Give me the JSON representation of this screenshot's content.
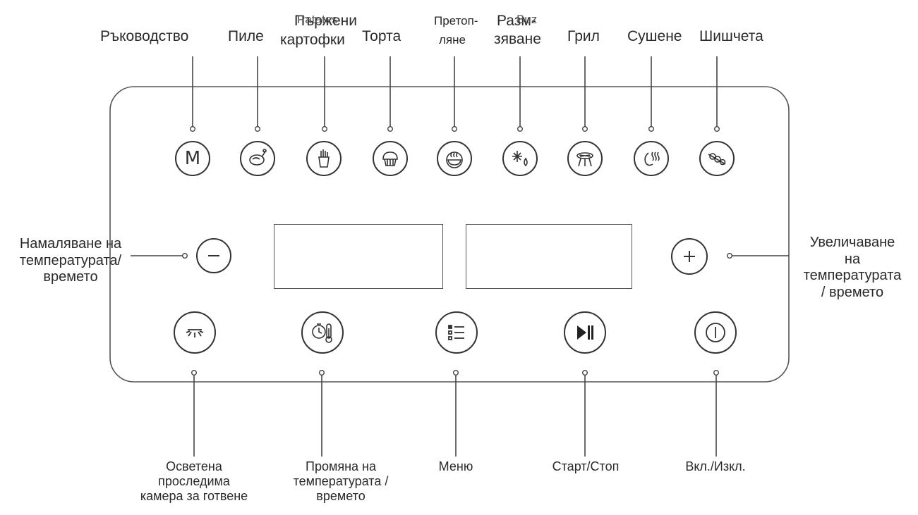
{
  "top_labels": {
    "manual": "Ръководство",
    "chicken": "Пиле",
    "fries_line1": "Пържени",
    "fries_line2": "картофки",
    "fries_overlap": "Patates",
    "cake": "Торта",
    "reheat_line1": "Претоп-",
    "reheat_line2": "ляне",
    "defrost_line1": "Разм-",
    "defrost_line2": "зяване",
    "defrost_overlap": "Buz",
    "grill": "Грил",
    "dry": "Сушене",
    "skewers": "Шишчета"
  },
  "side_labels": {
    "decrease": [
      "Намаляване на",
      "температурата/",
      "времето"
    ],
    "increase": [
      "Увеличаване",
      "на",
      "температурата",
      "/ времето"
    ]
  },
  "bottom_labels": {
    "light": [
      "Осветена",
      "проследима",
      "камера за готвене"
    ],
    "temp_time": [
      "Промяна на",
      "температурата /",
      "времето"
    ],
    "menu": "Меню",
    "start_stop": "Старт/Стоп",
    "power": "Вкл./Изкл."
  },
  "icons": {
    "manual": "M",
    "minus": "minus-icon",
    "plus": "plus-icon"
  }
}
